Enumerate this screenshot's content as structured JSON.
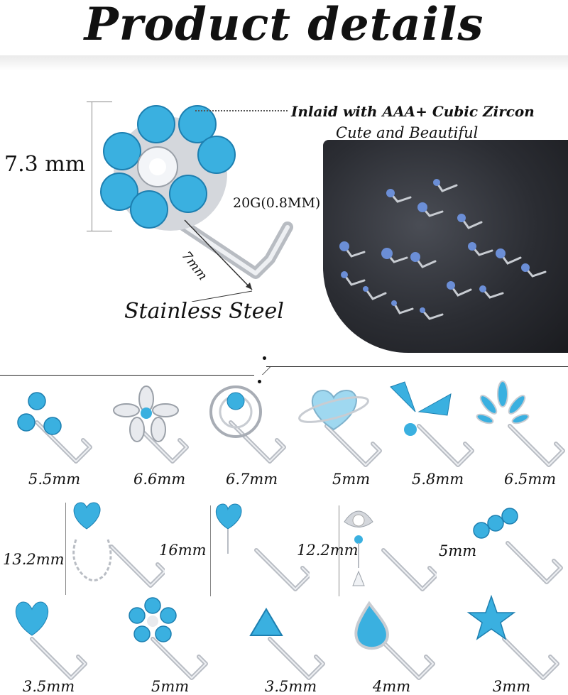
{
  "header": {
    "title": "Product details"
  },
  "main_product": {
    "height_label": "7.3 mm",
    "gauge_label": "20G(0.8MM)",
    "length_label": "7mm",
    "material_label": "Stainless Steel",
    "feature_line1": "Inlaid with AAA+ Cubic Zircon",
    "feature_line2": "Cute and Beautiful"
  },
  "colors": {
    "stone": "#3ab0e0",
    "metal": "#c8ccd2",
    "text": "#111111"
  },
  "sizes": {
    "row1": [
      "5.5mm",
      "6.6mm",
      "6.7mm",
      "5mm",
      "5.8mm",
      "6.5mm"
    ],
    "row2": [
      "13.2mm",
      "16mm",
      "12.2mm",
      "5mm"
    ],
    "row3": [
      "3.5mm",
      "5mm",
      "3.5mm",
      "4mm",
      "3mm"
    ]
  }
}
